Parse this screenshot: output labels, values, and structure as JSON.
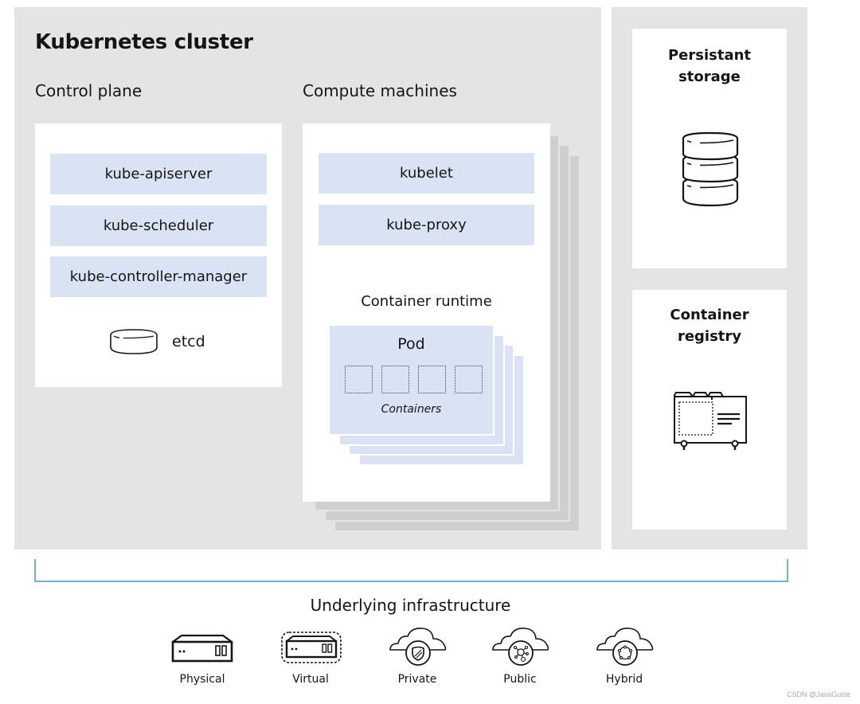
{
  "cluster": {
    "title": "Kubernetes cluster",
    "control_plane": {
      "heading": "Control plane",
      "components": [
        "kube-apiserver",
        "kube-scheduler",
        "kube-controller-manager"
      ],
      "etcd": {
        "label": "etcd",
        "icon": "database-disk-icon"
      }
    },
    "compute_machines": {
      "heading": "Compute machines",
      "components": [
        "kubelet",
        "kube-proxy"
      ],
      "runtime_label": "Container runtime",
      "pod": {
        "label": "Pod",
        "containers_label": "Containers",
        "container_count": 4
      },
      "stack_depth": 4
    }
  },
  "side": {
    "storage": {
      "title_line1": "Persistant",
      "title_line2": "storage",
      "icon": "database-stack-icon"
    },
    "registry": {
      "title_line1": "Container",
      "title_line2": "registry",
      "icon": "registry-icon"
    }
  },
  "infrastructure": {
    "title": "Underlying infrastructure",
    "items": [
      {
        "label": "Physical",
        "icon": "server-icon"
      },
      {
        "label": "Virtual",
        "icon": "virtual-server-icon"
      },
      {
        "label": "Private",
        "icon": "private-cloud-icon"
      },
      {
        "label": "Public",
        "icon": "public-cloud-icon"
      },
      {
        "label": "Hybrid",
        "icon": "hybrid-cloud-icon"
      }
    ]
  },
  "watermark": "CSDN @JavaGuide",
  "colors": {
    "panel": "#e4e4e4",
    "component_fill": "#d9e3f4",
    "stack_shadow": "#cfcfcf",
    "bracket": "#73b1cf"
  }
}
